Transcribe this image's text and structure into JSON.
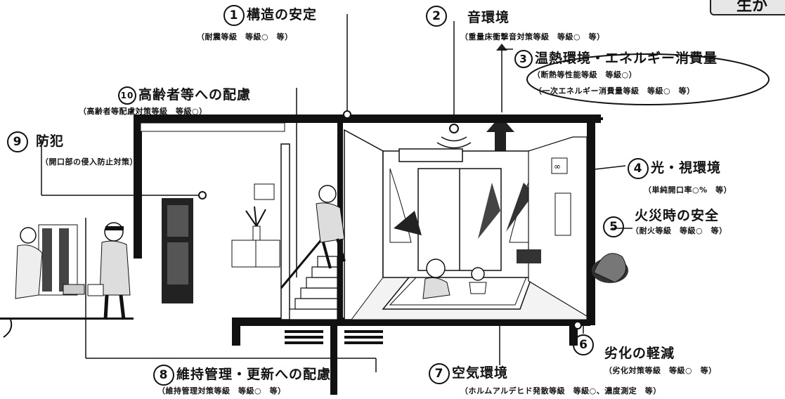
{
  "corner_tag": "生か",
  "items": {
    "i1": {
      "num": "1",
      "title": "構造の安定",
      "detail": "（耐震等級　等級○　等）"
    },
    "i2": {
      "num": "2",
      "title": "音環境",
      "detail": "（重量床衝撃音対策等級　等級○　等）"
    },
    "i3": {
      "num": "3",
      "title": "温熱環境・エネルギー消費量",
      "detail1": "（断熱等性能等級　等級○）",
      "detail2": "（一次エネルギー消費量等級　等級○　等）"
    },
    "i4": {
      "num": "4",
      "title": "光・視環境",
      "detail": "（単純開口率○%　等）"
    },
    "i5": {
      "num": "5",
      "title": "火災時の安全",
      "detail": "（耐火等級　等級○　等）"
    },
    "i6": {
      "num": "6",
      "title": "劣化の軽減",
      "detail": "（劣化対策等級　等級○　等）"
    },
    "i7": {
      "num": "7",
      "title": "空気環境",
      "detail": "（ホルムアルデヒド発散等級　等級○、濃度測定　等）"
    },
    "i8": {
      "num": "8",
      "title": "維持管理・更新への配慮",
      "detail": "（維持管理対策等級　等級○　等）"
    },
    "i9": {
      "num": "9",
      "title": "防犯",
      "detail": "（開口部の侵入防止対策）"
    },
    "i10": {
      "num": "10",
      "title": "高齢者等への配慮",
      "detail": "（高齢者等配慮対策等級　等級○）"
    }
  }
}
